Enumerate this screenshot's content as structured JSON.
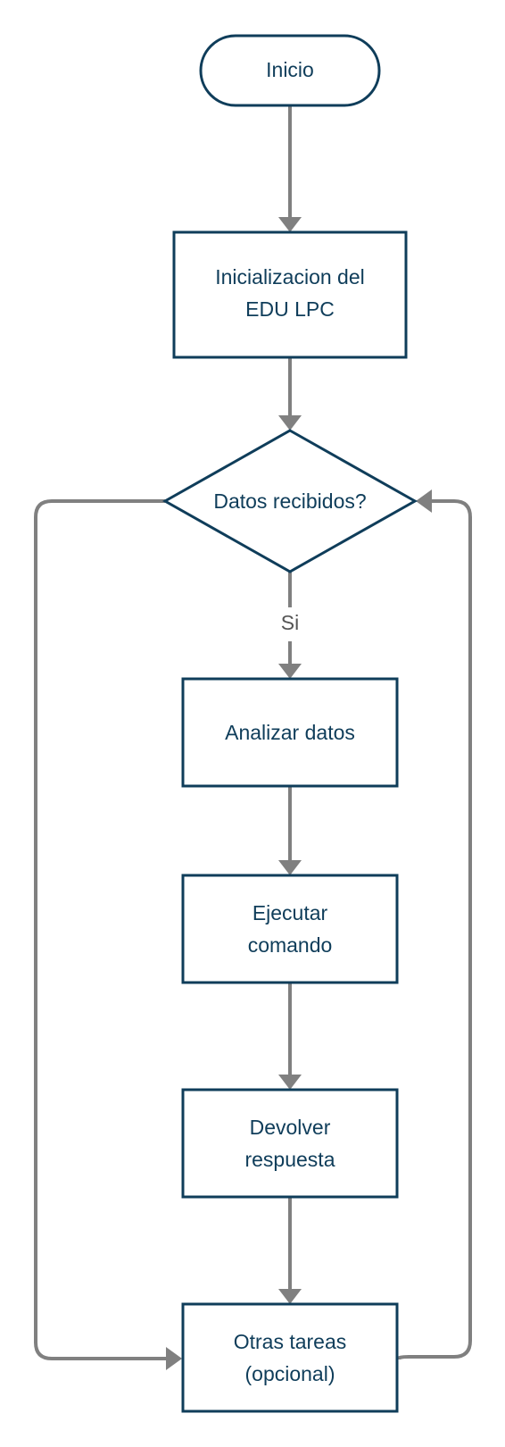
{
  "diagram": {
    "type": "flowchart",
    "nodes": {
      "inicio": {
        "shape": "terminator",
        "lines": [
          "Inicio"
        ]
      },
      "init": {
        "shape": "process",
        "lines": [
          "Inicializacion del",
          "EDU LPC"
        ]
      },
      "decision": {
        "shape": "decision",
        "lines": [
          "Datos recibidos?"
        ]
      },
      "analizar": {
        "shape": "process",
        "lines": [
          "Analizar datos"
        ]
      },
      "ejecutar": {
        "shape": "process",
        "lines": [
          "Ejecutar",
          "comando"
        ]
      },
      "devolver": {
        "shape": "process",
        "lines": [
          "Devolver",
          "respuesta"
        ]
      },
      "otras": {
        "shape": "process",
        "lines": [
          "Otras tareas",
          "(opcional)"
        ]
      }
    },
    "edges": [
      {
        "from": "inicio",
        "to": "init",
        "label": ""
      },
      {
        "from": "init",
        "to": "decision",
        "label": ""
      },
      {
        "from": "decision",
        "to": "analizar",
        "label": "Si"
      },
      {
        "from": "analizar",
        "to": "ejecutar",
        "label": ""
      },
      {
        "from": "ejecutar",
        "to": "devolver",
        "label": ""
      },
      {
        "from": "devolver",
        "to": "otras",
        "label": ""
      },
      {
        "from": "decision",
        "to": "otras",
        "label": ""
      },
      {
        "from": "otras",
        "to": "decision",
        "label": ""
      }
    ],
    "colors": {
      "node_border": "#0f3d5a",
      "node_text": "#0f3d5a",
      "connector": "#808080",
      "edge_label": "#555555",
      "background": "#ffffff"
    }
  }
}
